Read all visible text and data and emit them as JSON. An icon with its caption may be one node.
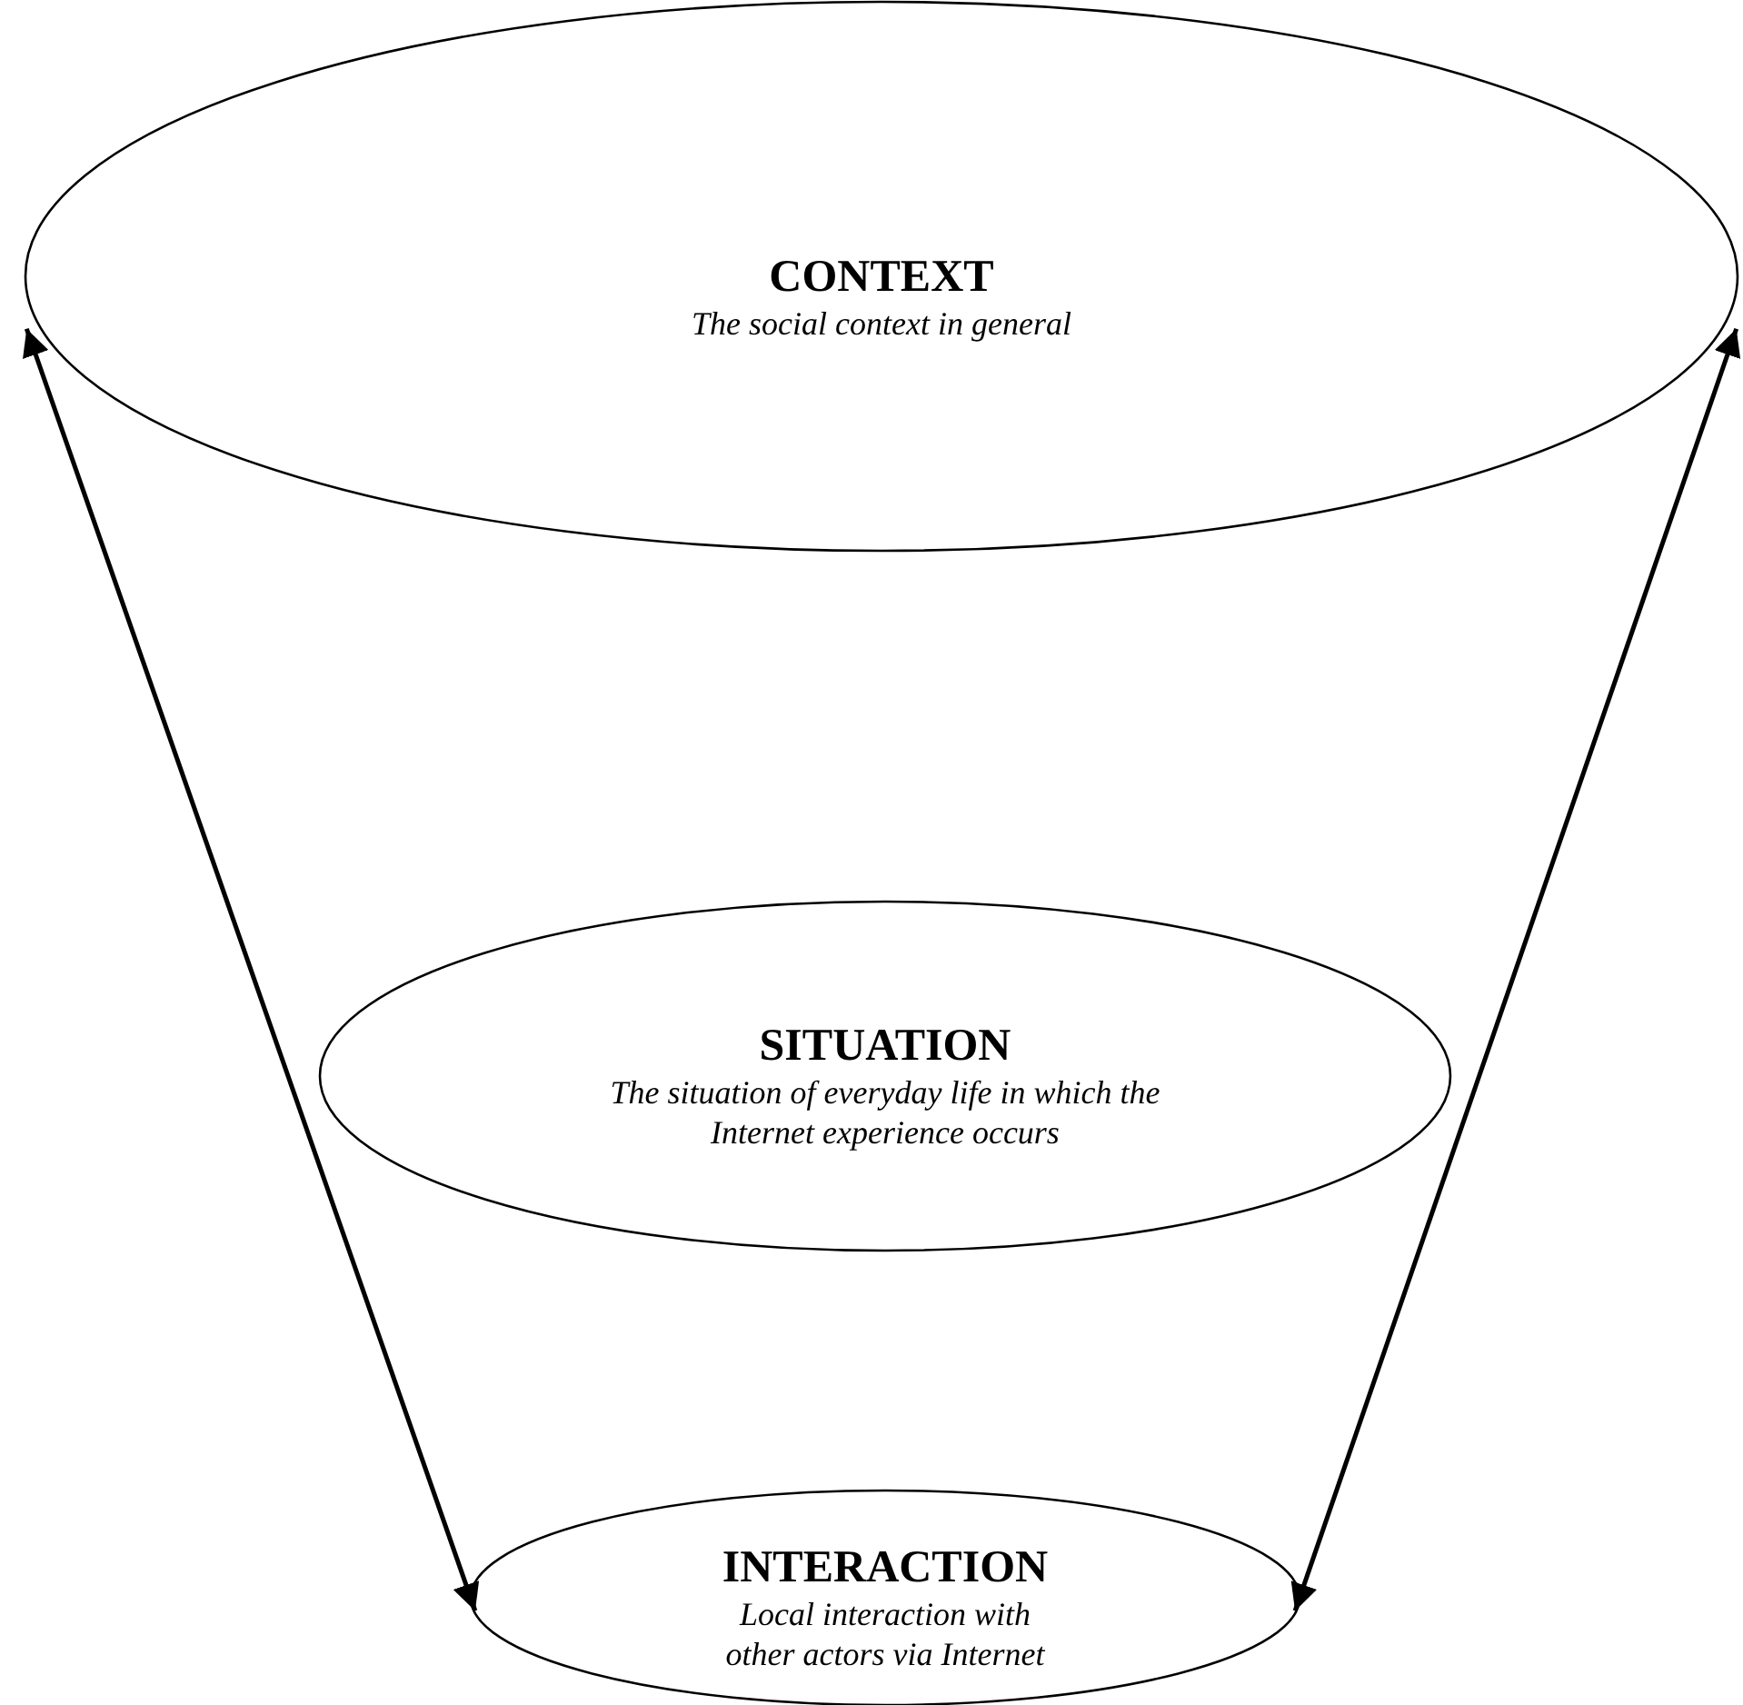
{
  "diagram": {
    "nodes": [
      {
        "text": [
          "CONTEXT",
          "The social context in general"
        ]
      },
      {
        "text": [
          "SITUATION",
          "The situation of everyday life in which the Internet experience occurs"
        ]
      },
      {
        "text": [
          "INTERACTION",
          "Local interaction with other actors via Internet"
        ]
      }
    ],
    "edges": [
      {
        "from": 0,
        "to": 2,
        "arrow": "both"
      },
      {
        "from": 0,
        "to": 2,
        "arrow": "both"
      }
    ]
  }
}
